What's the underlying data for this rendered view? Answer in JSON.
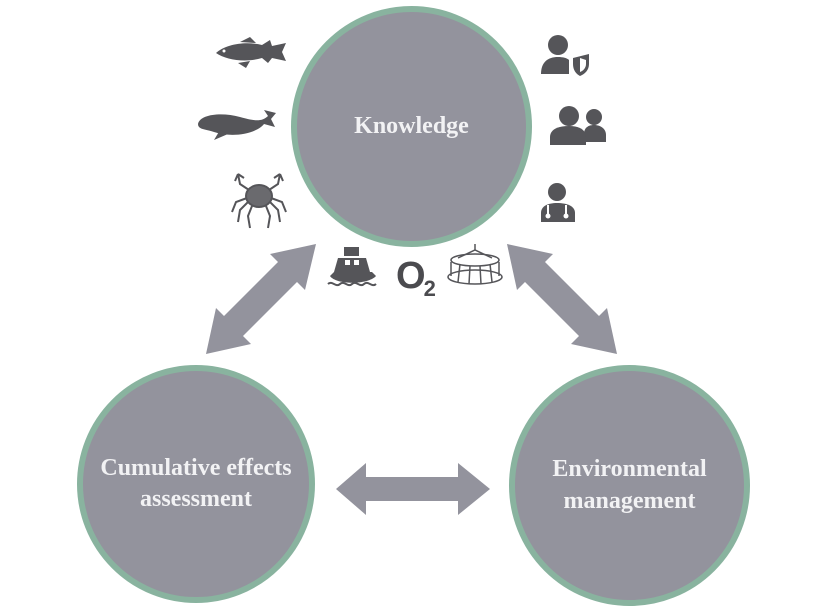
{
  "diagram": {
    "nodes": {
      "knowledge": "Knowledge",
      "cea_line1": "Cumulative effects",
      "cea_line2": "assessment",
      "env_line1": "Environmental",
      "env_line2": "management"
    },
    "o2": {
      "letter": "O",
      "sub": "2"
    },
    "colors": {
      "circle_fill": "#93939d",
      "circle_border": "#89b39f",
      "arrow": "#93939d",
      "icon": "#555559"
    },
    "icons": [
      "fish-icon",
      "whale-icon",
      "crab-icon",
      "user-shield-icon",
      "users-icon",
      "user-doctor-icon",
      "ship-icon",
      "o2-icon",
      "fish-cage-icon"
    ]
  }
}
